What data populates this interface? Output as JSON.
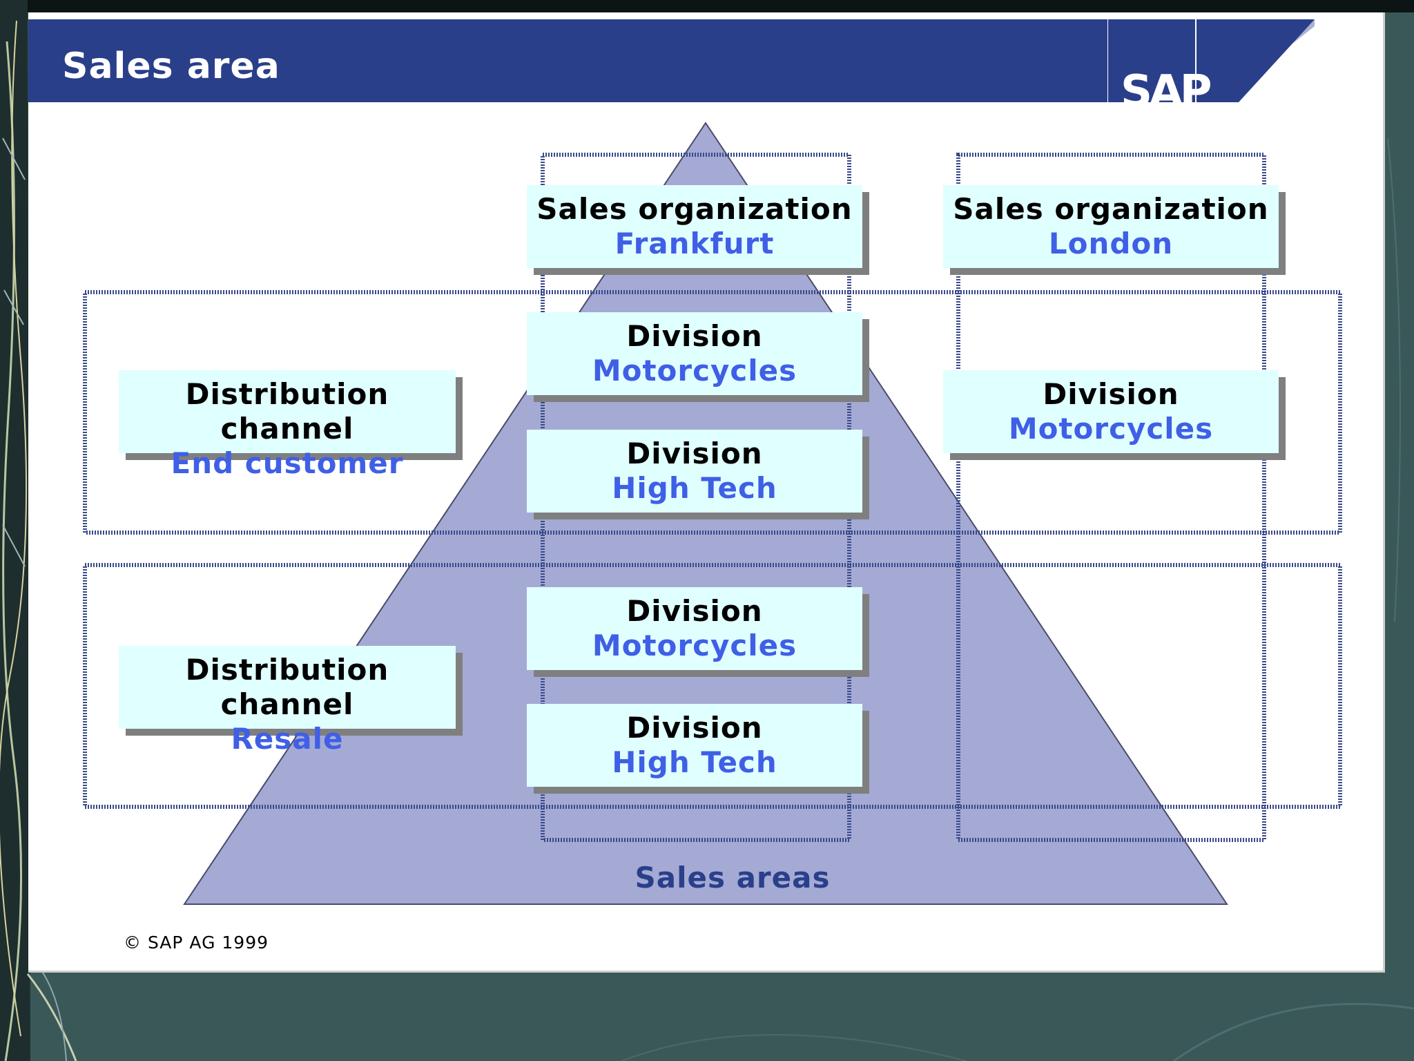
{
  "slide": {
    "title": "Sales area",
    "logo": "SAP"
  },
  "diagram": {
    "sales_organizations": [
      {
        "label": "Sales organization",
        "name": "Frankfurt"
      },
      {
        "label": "Sales organization",
        "name": "London"
      }
    ],
    "distribution_channels": [
      {
        "label": "Distribution channel",
        "name": "End customer"
      },
      {
        "label": "Distribution channel",
        "name": "Resale"
      }
    ],
    "divisions": [
      {
        "label": "Division",
        "name": "Motorcycles"
      },
      {
        "label": "Division",
        "name": "High Tech"
      },
      {
        "label": "Division",
        "name": "Motorcycles"
      },
      {
        "label": "Division",
        "name": "High Tech"
      },
      {
        "label": "Division",
        "name": "Motorcycles"
      }
    ],
    "pyramid_label": "Sales areas"
  },
  "footer": {
    "copyright_symbol": "©",
    "copyright": "SAP AG 1999"
  },
  "colors": {
    "title_bar": "#2a3f8a",
    "box_fill": "#e0ffff",
    "value_text": "#3f5fe6",
    "pyramid": "#a4aad4",
    "background": "#3a5858"
  }
}
